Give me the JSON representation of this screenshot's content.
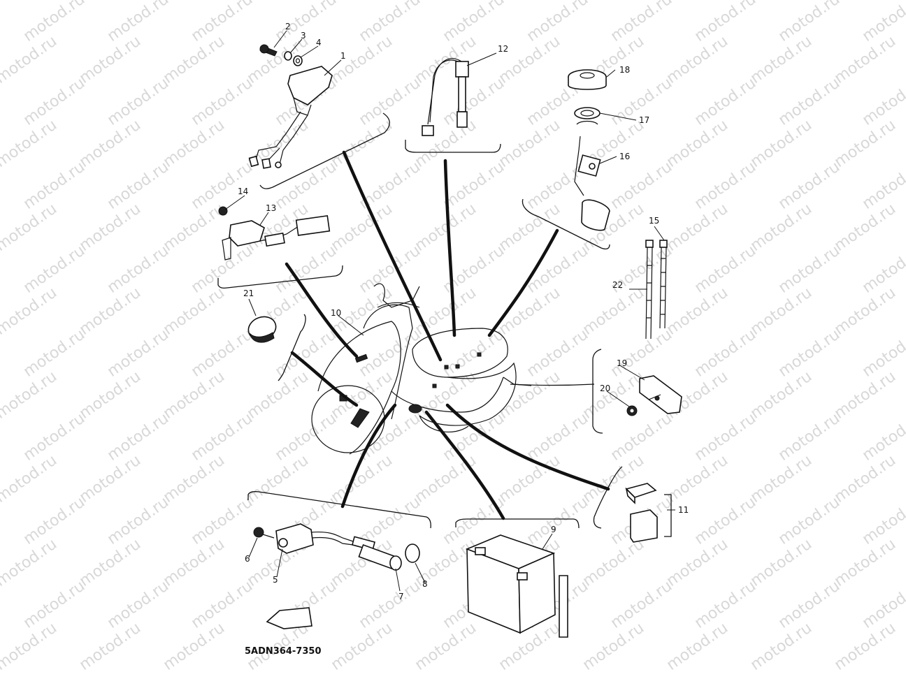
{
  "watermark": "motod.ru",
  "diagram_code": "5ADN364-7350",
  "callouts": {
    "c1": "1",
    "c2": "2",
    "c3": "3",
    "c4": "4",
    "c5": "5",
    "c6": "6",
    "c7": "7",
    "c8": "8",
    "c9": "9",
    "c10": "10",
    "c11": "11",
    "c12": "12",
    "c13": "13",
    "c14": "14",
    "c15": "15",
    "c16": "16",
    "c17": "17",
    "c18": "18",
    "c19": "19",
    "c20": "20",
    "c21": "21",
    "c22": "22"
  }
}
